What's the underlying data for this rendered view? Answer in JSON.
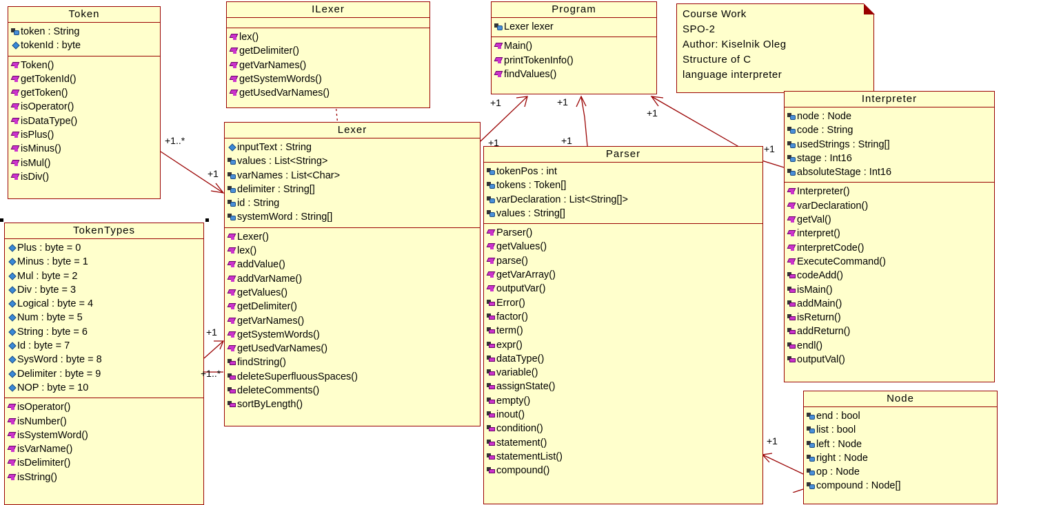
{
  "note": {
    "lines": [
      "Course Work",
      "SPO-2",
      "Author: Kiselnik Oleg",
      "Structure of C",
      "language interpreter"
    ]
  },
  "classes": {
    "token": {
      "name": "Token",
      "attributes": [
        {
          "text": "token : String",
          "vis": "privattr"
        },
        {
          "text": "tokenId : byte",
          "vis": "pubattr"
        }
      ],
      "operations": [
        {
          "text": "Token()",
          "vis": "pubop"
        },
        {
          "text": "getTokenId()",
          "vis": "pubop"
        },
        {
          "text": "getToken()",
          "vis": "pubop"
        },
        {
          "text": "isOperator()",
          "vis": "pubop"
        },
        {
          "text": "isDataType()",
          "vis": "pubop"
        },
        {
          "text": "isPlus()",
          "vis": "pubop"
        },
        {
          "text": "isMinus()",
          "vis": "pubop"
        },
        {
          "text": "isMul()",
          "vis": "pubop"
        },
        {
          "text": "isDiv()",
          "vis": "pubop"
        }
      ]
    },
    "ilexer": {
      "name": "ILexer",
      "attributes": [],
      "operations": [
        {
          "text": "lex()",
          "vis": "pubop"
        },
        {
          "text": "getDelimiter()",
          "vis": "pubop"
        },
        {
          "text": "getVarNames()",
          "vis": "pubop"
        },
        {
          "text": "getSystemWords()",
          "vis": "pubop"
        },
        {
          "text": "getUsedVarNames()",
          "vis": "pubop"
        }
      ]
    },
    "program": {
      "name": "Program",
      "attributes": [
        {
          "text": "Lexer lexer",
          "vis": "privattr"
        }
      ],
      "operations": [
        {
          "text": "Main()",
          "vis": "pubop"
        },
        {
          "text": "printTokenInfo()",
          "vis": "pubop"
        },
        {
          "text": "findValues()",
          "vis": "pubop"
        }
      ]
    },
    "lexer": {
      "name": "Lexer",
      "attributes": [
        {
          "text": "inputText : String",
          "vis": "pubattr"
        },
        {
          "text": "values : List<String>",
          "vis": "privattr"
        },
        {
          "text": "varNames : List<Char>",
          "vis": "privattr"
        },
        {
          "text": "delimiter : String[]",
          "vis": "privattr"
        },
        {
          "text": "id : String",
          "vis": "privattr"
        },
        {
          "text": "systemWord : String[]",
          "vis": "privattr"
        }
      ],
      "operations": [
        {
          "text": "Lexer()",
          "vis": "pubop"
        },
        {
          "text": "lex()",
          "vis": "pubop"
        },
        {
          "text": "addValue()",
          "vis": "pubop"
        },
        {
          "text": "addVarName()",
          "vis": "pubop"
        },
        {
          "text": "getValues()",
          "vis": "pubop"
        },
        {
          "text": "getDelimiter()",
          "vis": "pubop"
        },
        {
          "text": "getVarNames()",
          "vis": "pubop"
        },
        {
          "text": "getSystemWords()",
          "vis": "pubop"
        },
        {
          "text": "getUsedVarNames()",
          "vis": "pubop"
        },
        {
          "text": "findString()",
          "vis": "privop"
        },
        {
          "text": "deleteSuperfluousSpaces()",
          "vis": "privop"
        },
        {
          "text": "deleteComments()",
          "vis": "privop"
        },
        {
          "text": "sortByLength()",
          "vis": "privop"
        }
      ]
    },
    "parser": {
      "name": "Parser",
      "attributes": [
        {
          "text": "tokenPos : int",
          "vis": "privattr"
        },
        {
          "text": "tokens : Token[]",
          "vis": "privattr"
        },
        {
          "text": "varDeclaration : List<String[]>",
          "vis": "privattr"
        },
        {
          "text": "values : String[]",
          "vis": "privattr"
        }
      ],
      "operations": [
        {
          "text": "Parser()",
          "vis": "pubop"
        },
        {
          "text": "getValues()",
          "vis": "pubop"
        },
        {
          "text": "parse()",
          "vis": "pubop"
        },
        {
          "text": "getVarArray()",
          "vis": "pubop"
        },
        {
          "text": "outputVar()",
          "vis": "pubop"
        },
        {
          "text": "Error()",
          "vis": "privop"
        },
        {
          "text": "factor()",
          "vis": "privop"
        },
        {
          "text": "term()",
          "vis": "privop"
        },
        {
          "text": "expr()",
          "vis": "privop"
        },
        {
          "text": "dataType()",
          "vis": "privop"
        },
        {
          "text": "variable()",
          "vis": "privop"
        },
        {
          "text": "assignState()",
          "vis": "privop"
        },
        {
          "text": "empty()",
          "vis": "privop"
        },
        {
          "text": "inout()",
          "vis": "privop"
        },
        {
          "text": "condition()",
          "vis": "privop"
        },
        {
          "text": "statement()",
          "vis": "privop"
        },
        {
          "text": "statementList()",
          "vis": "privop"
        },
        {
          "text": "compound()",
          "vis": "privop"
        }
      ]
    },
    "interpreter": {
      "name": "Interpreter",
      "attributes": [
        {
          "text": "node : Node",
          "vis": "privattr"
        },
        {
          "text": "code : String",
          "vis": "privattr"
        },
        {
          "text": "usedStrings : String[]",
          "vis": "privattr"
        },
        {
          "text": "stage : Int16",
          "vis": "privattr"
        },
        {
          "text": "absoluteStage : Int16",
          "vis": "privattr"
        }
      ],
      "operations": [
        {
          "text": "Interpreter()",
          "vis": "pubop"
        },
        {
          "text": "varDeclaration()",
          "vis": "pubop"
        },
        {
          "text": "getVal()",
          "vis": "pubop"
        },
        {
          "text": "interpret()",
          "vis": "pubop"
        },
        {
          "text": "interpretCode()",
          "vis": "pubop"
        },
        {
          "text": "ExecuteCommand()",
          "vis": "pubop"
        },
        {
          "text": "codeAdd()",
          "vis": "privop"
        },
        {
          "text": "isMain()",
          "vis": "privop"
        },
        {
          "text": "addMain()",
          "vis": "privop"
        },
        {
          "text": "isReturn()",
          "vis": "privop"
        },
        {
          "text": "addReturn()",
          "vis": "privop"
        },
        {
          "text": "endl()",
          "vis": "privop"
        },
        {
          "text": "outputVal()",
          "vis": "privop"
        }
      ]
    },
    "tokentypes": {
      "name": "TokenTypes",
      "attributes": [
        {
          "text": "Plus : byte = 0",
          "vis": "pubattr"
        },
        {
          "text": "Minus : byte = 1",
          "vis": "pubattr"
        },
        {
          "text": "Mul : byte = 2",
          "vis": "pubattr"
        },
        {
          "text": "Div : byte = 3",
          "vis": "pubattr"
        },
        {
          "text": "Logical : byte = 4",
          "vis": "pubattr"
        },
        {
          "text": "Num : byte = 5",
          "vis": "pubattr"
        },
        {
          "text": "String : byte = 6",
          "vis": "pubattr"
        },
        {
          "text": "Id : byte = 7",
          "vis": "pubattr"
        },
        {
          "text": "SysWord : byte = 8",
          "vis": "pubattr"
        },
        {
          "text": "Delimiter : byte = 9",
          "vis": "pubattr"
        },
        {
          "text": "NOP : byte = 10",
          "vis": "pubattr"
        }
      ],
      "operations": [
        {
          "text": "isOperator()",
          "vis": "pubop"
        },
        {
          "text": "isNumber()",
          "vis": "pubop"
        },
        {
          "text": "isSystemWord()",
          "vis": "pubop"
        },
        {
          "text": "isVarName()",
          "vis": "pubop"
        },
        {
          "text": "isDelimiter()",
          "vis": "pubop"
        },
        {
          "text": "isString()",
          "vis": "pubop"
        }
      ]
    },
    "node": {
      "name": "Node",
      "attributes": [
        {
          "text": "end : bool",
          "vis": "privattr"
        },
        {
          "text": "list : bool",
          "vis": "privattr"
        },
        {
          "text": "left : Node",
          "vis": "privattr"
        },
        {
          "text": "right : Node",
          "vis": "privattr"
        },
        {
          "text": "op : Node",
          "vis": "privattr"
        },
        {
          "text": "compound : Node[]",
          "vis": "privattr"
        }
      ],
      "operations": []
    }
  },
  "multiplicities": {
    "token_lexer_src": "+1..*",
    "token_lexer_dst": "+1",
    "lexer_program_src": "+1",
    "lexer_program_dst": "+1",
    "parser_program_src": "+1",
    "parser_program_dst": "+1",
    "interp_program_src": "+1",
    "interp_program_dst": "+1",
    "tokentypes_lexer_dst": "+1",
    "tokentypes_lexer_src": "+1..*",
    "node_parser": "+1"
  }
}
